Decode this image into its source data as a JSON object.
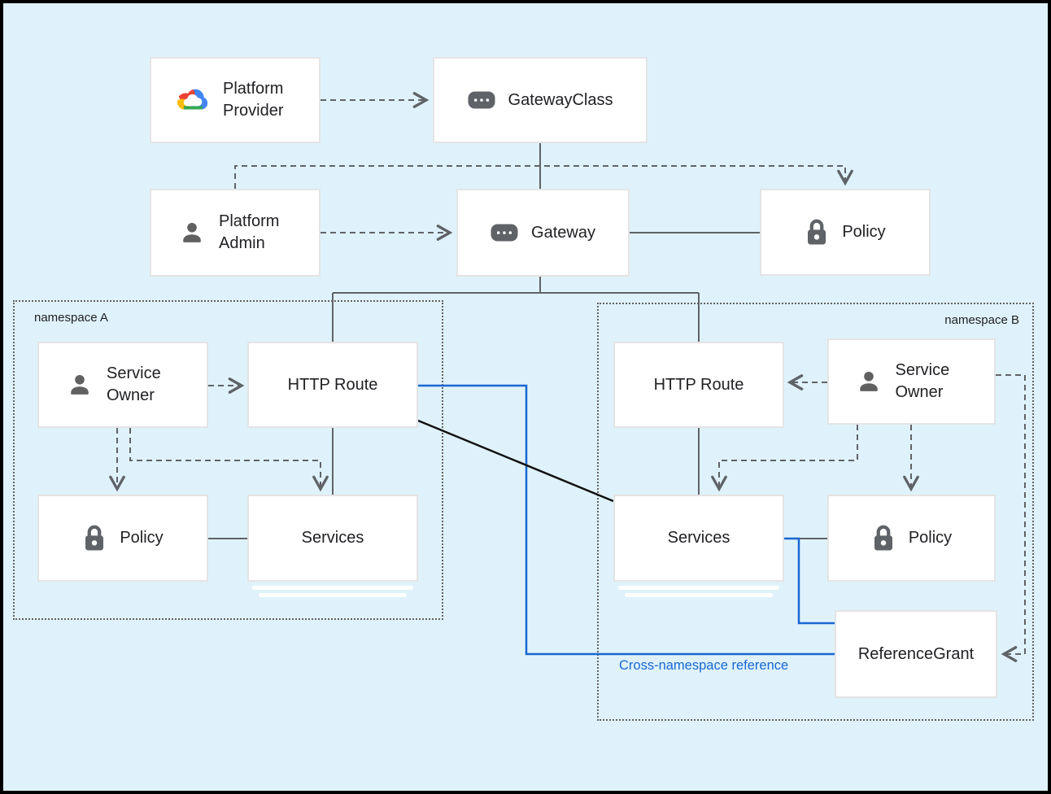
{
  "colors": {
    "background": "#DFF2FB",
    "frame": "#000000",
    "node_fill": "#FFFFFF",
    "node_border": "#E4E4E4",
    "text": "#202124",
    "gray_line": "#5F6368",
    "namespace_border": "#616161",
    "blue_line": "#1967D2",
    "black_line": "#111111",
    "icon_gray": "#5F6368",
    "gcp_red": "#EA4335",
    "gcp_blue": "#4285F4",
    "gcp_green": "#34A853",
    "gcp_yellow": "#FBBC04"
  },
  "nodes": {
    "platform_provider": {
      "label": "Platform Provider",
      "icon": "google-cloud-logo"
    },
    "gateway_class": {
      "label": "GatewayClass",
      "icon": "resource-icon"
    },
    "platform_admin": {
      "label": "Platform Admin",
      "icon": "user-icon"
    },
    "gateway": {
      "label": "Gateway",
      "icon": "resource-icon"
    },
    "policy_top": {
      "label": "Policy",
      "icon": "lock-icon"
    },
    "service_owner_a": {
      "label": "Service Owner",
      "icon": "user-icon"
    },
    "http_route_a": {
      "label": "HTTP Route",
      "icon": "none"
    },
    "policy_a": {
      "label": "Policy",
      "icon": "lock-icon"
    },
    "services_a": {
      "label": "Services",
      "icon": "none"
    },
    "http_route_b": {
      "label": "HTTP Route",
      "icon": "none"
    },
    "service_owner_b": {
      "label": "Service Owner",
      "icon": "user-icon"
    },
    "services_b": {
      "label": "Services",
      "icon": "none"
    },
    "policy_b": {
      "label": "Policy",
      "icon": "lock-icon"
    },
    "reference_grant": {
      "label": "ReferenceGrant",
      "icon": "none"
    }
  },
  "namespaces": {
    "a": {
      "label": "namespace A"
    },
    "b": {
      "label": "namespace B"
    }
  },
  "annotations": {
    "cross_namespace_reference": "Cross-namespace reference"
  }
}
